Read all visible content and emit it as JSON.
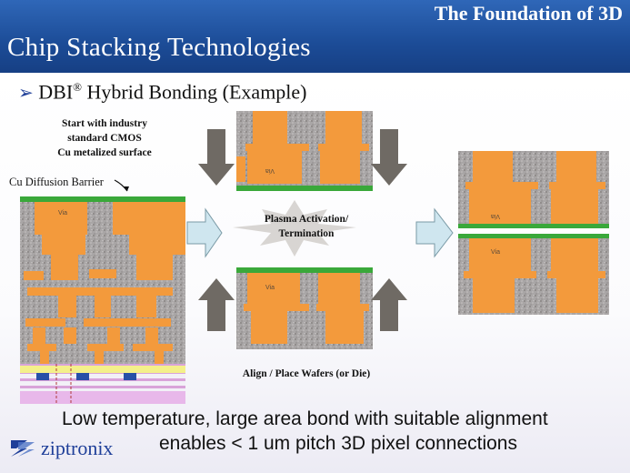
{
  "header": {
    "top_title": "The Foundation of 3D",
    "main_title": "Chip Stacking Technologies"
  },
  "bullet": {
    "prefix": "DBI",
    "reg": "®",
    "suffix": " Hybrid Bonding (Example)"
  },
  "diagram": {
    "start_note": [
      "Start with industry",
      "standard CMOS",
      "Cu metalized surface"
    ],
    "barrier_label": "Cu Diffusion Barrier",
    "plasma_label": [
      "Plasma Activation/",
      "Termination"
    ],
    "align_label": "Align / Place Wafers (or Die)",
    "via_label": "Via",
    "colors": {
      "copper": "#f39a3c",
      "oxide": "#a9a6a6",
      "bond": "#3aa83a",
      "arrow": "#6f6a64",
      "arrow_blue": "#cfe6ef"
    }
  },
  "footer": {
    "line1": "Low temperature, large area bond with suitable alignment",
    "line2": "enables < 1 um pitch 3D pixel connections",
    "logo": "ziptronix"
  }
}
